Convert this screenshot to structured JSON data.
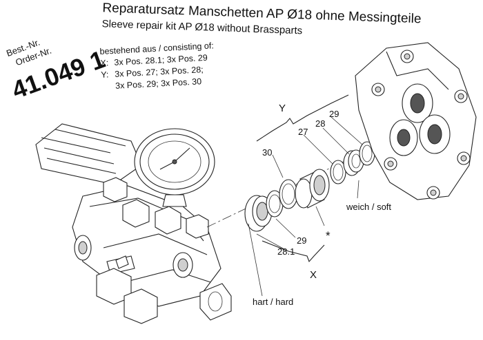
{
  "order": {
    "best_nr_label": "Best.-Nr.",
    "order_nr_label": "Order-Nr.",
    "number": "41.049 1"
  },
  "header": {
    "title_de": "Reparatursatz Manschetten AP Ø18 ohne Messingteile",
    "title_en": "Sleeve repair kit AP Ø18 without Brassparts"
  },
  "contents": {
    "intro": "bestehend aus / consisting of:",
    "x_key": "X:",
    "x_text": "3x Pos. 28.1; 3x Pos. 29",
    "y_key": "Y:",
    "y_line1": "3x Pos. 27; 3x Pos. 28;",
    "y_line2": "3x Pos. 29; 3x Pos. 30"
  },
  "callouts": {
    "group_y": "Y",
    "group_x": "X",
    "pos_30": "30",
    "pos_27": "27",
    "pos_28": "28",
    "pos_29_top": "29",
    "pos_29_bottom": "29",
    "pos_28_1": "28.1",
    "star": "*",
    "soft": "weich / soft",
    "hard": "hart / hard"
  }
}
